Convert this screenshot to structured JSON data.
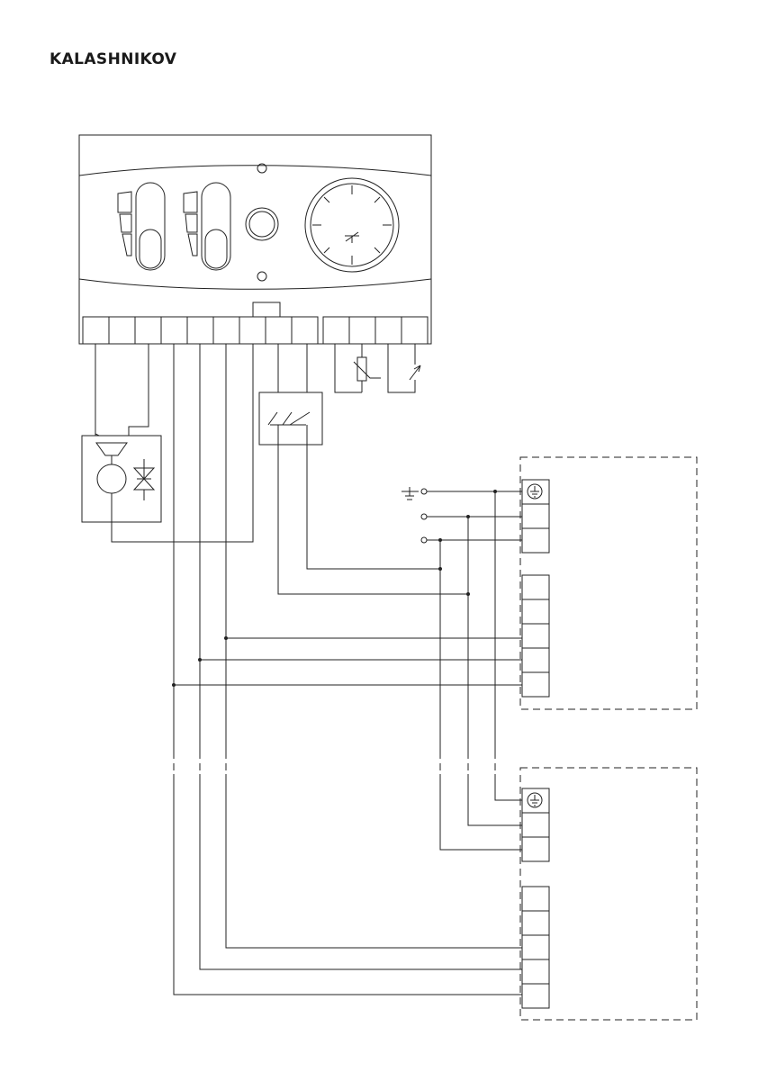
{
  "header": {
    "brand": "KALASHNIKOV"
  },
  "colors": {
    "line": "#222222",
    "background": "#ffffff"
  },
  "diagram": {
    "type": "electrical wiring diagram",
    "components": [
      "control-panel",
      "terminal-strip",
      "temperature-sensor",
      "pressure-switch",
      "motorized-valve",
      "thermostat-relay",
      "power-supply",
      "external-unit-1",
      "external-unit-2"
    ]
  }
}
